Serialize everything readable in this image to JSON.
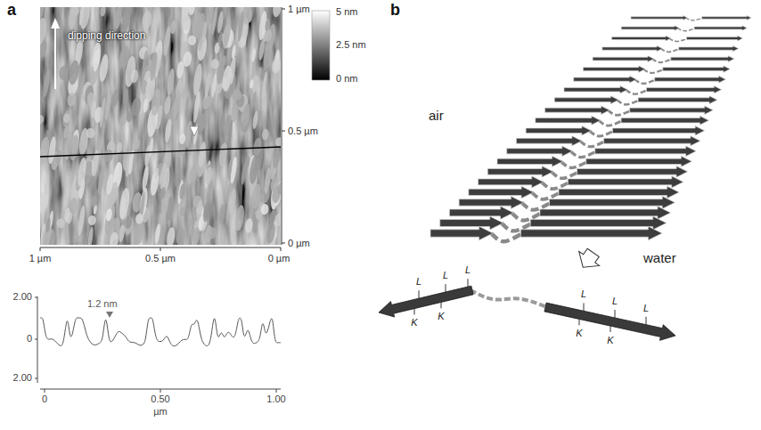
{
  "diagram": {
    "labels": [
      "a",
      "1 µm",
      "dipping direction",
      "0.5 µm",
      "0 µm",
      "5 nm",
      "2.5 nm",
      "0 nm",
      "1 µm",
      "0.5 µm",
      "0 µm",
      "2.00",
      "1.2 nm",
      "0",
      "2.00",
      "0",
      "0.50",
      "1.00",
      "µm",
      "b",
      "air",
      "water",
      "L",
      "L",
      "L",
      "K",
      "K",
      "L",
      "L",
      "L",
      "K",
      "K"
    ]
  }
}
